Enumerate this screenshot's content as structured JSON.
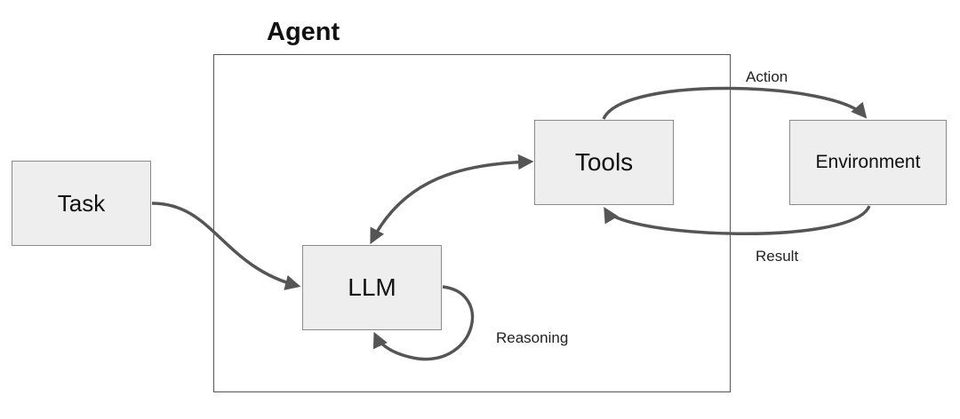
{
  "diagram": {
    "container": {
      "title": "Agent"
    },
    "nodes": {
      "task": "Task",
      "llm": "LLM",
      "tools": "Tools",
      "environment": "Environment"
    },
    "edges": {
      "task_to_llm": {
        "from": "Task",
        "to": "LLM"
      },
      "llm_tools": {
        "from": "LLM",
        "to": "Tools",
        "bidirectional": true
      },
      "action": {
        "from": "Tools",
        "to": "Environment",
        "label": "Action"
      },
      "result": {
        "from": "Environment",
        "to": "Tools",
        "label": "Result"
      },
      "reasoning": {
        "from": "LLM",
        "to": "LLM",
        "label": "Reasoning"
      }
    },
    "colors": {
      "node_fill": "#eeeeee",
      "node_border": "#8a8a8a",
      "arrow": "#555555"
    }
  }
}
